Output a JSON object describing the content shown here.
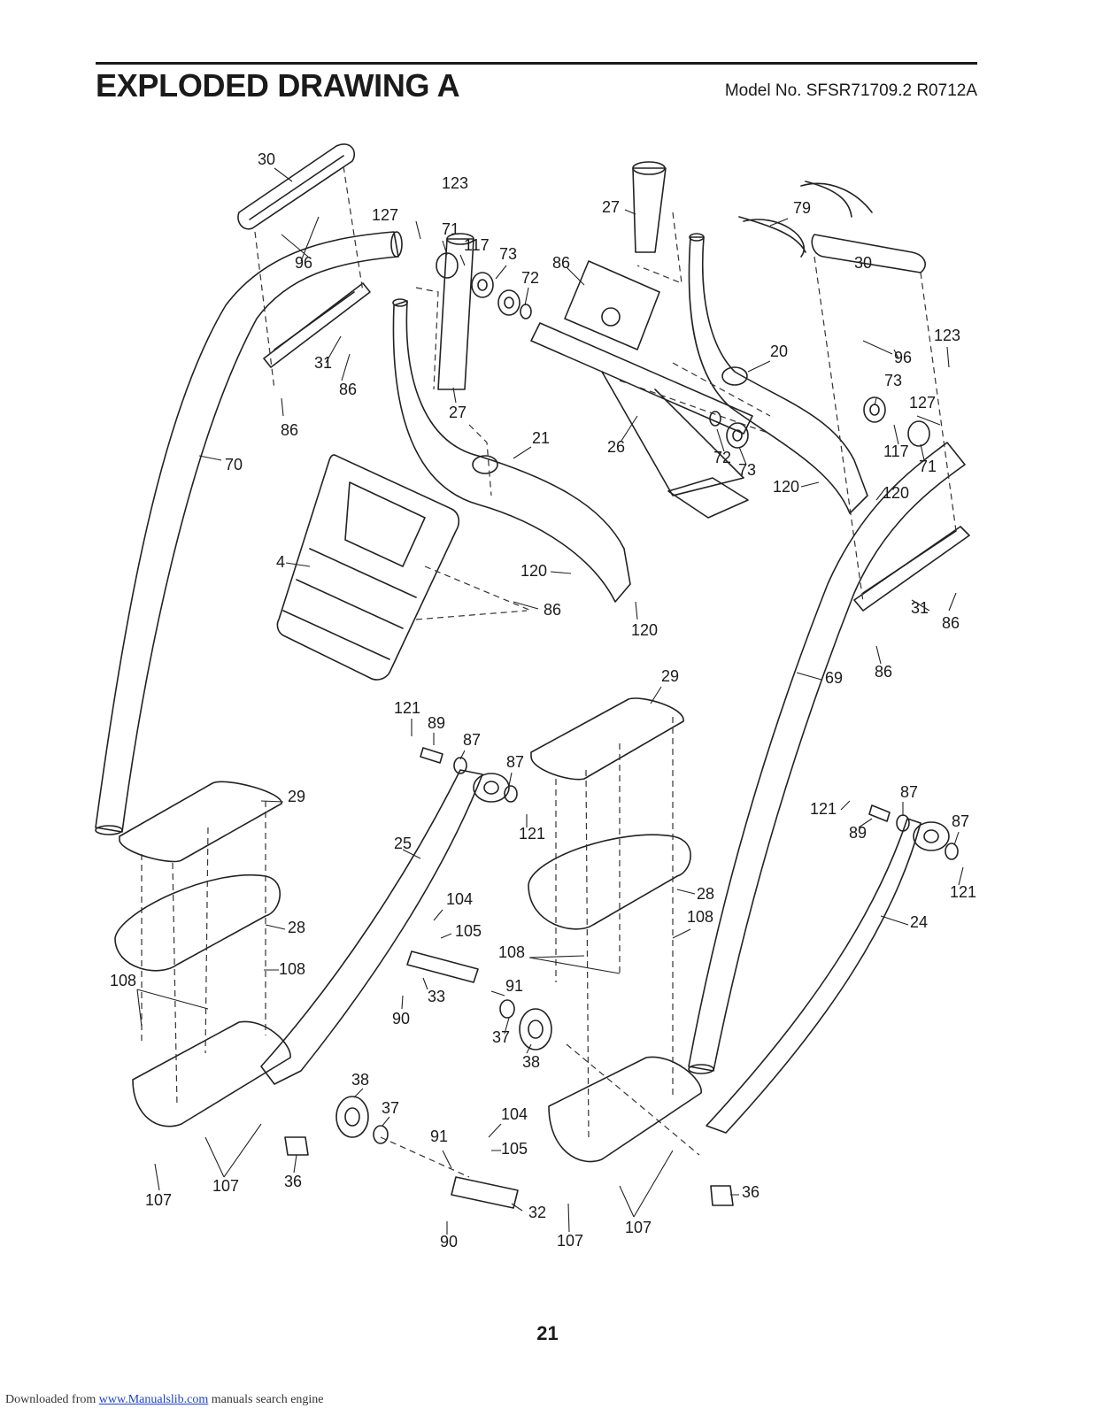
{
  "header": {
    "title": "EXPLODED DRAWING A",
    "model": "Model No. SFSR71709.2 R0712A"
  },
  "part_labels": {
    "p30a": "30",
    "p123a": "123",
    "p127a": "127",
    "p71a": "71",
    "p117a": "117",
    "p73a": "73",
    "p72a": "72",
    "p86a": "86",
    "p27a": "27",
    "p79": "79",
    "p30b": "30",
    "p96a": "96",
    "p31a": "31",
    "p86b": "86",
    "p86c": "86",
    "p27b": "27",
    "p123b": "123",
    "p96b": "96",
    "p20": "20",
    "p73b": "73",
    "p127b": "127",
    "p70": "70",
    "p21": "21",
    "p26": "26",
    "p72b": "72",
    "p73c": "73",
    "p117b": "117",
    "p71b": "71",
    "p120a": "120",
    "p120b": "120",
    "p4": "4",
    "p120c": "120",
    "p86d": "86",
    "p120d": "120",
    "p31b": "31",
    "p86e": "86",
    "p86f": "86",
    "p69": "69",
    "p29a": "29",
    "p121a": "121",
    "p89a": "89",
    "p87a": "87",
    "p87b": "87",
    "p87c": "87",
    "p29b": "29",
    "p121b": "121",
    "p121c": "121",
    "p89b": "89",
    "p87d": "87",
    "p25": "25",
    "p121d": "121",
    "p28a": "28",
    "p104a": "104",
    "p105a": "105",
    "p108a": "108",
    "p24": "24",
    "p28b": "28",
    "p108b": "108",
    "p108c": "108",
    "p108d": "108",
    "p91a": "91",
    "p33": "33",
    "p90a": "90",
    "p37a": "37",
    "p38a": "38",
    "p38b": "38",
    "p37b": "37",
    "p104b": "104",
    "p105b": "105",
    "p91b": "91",
    "p107a": "107",
    "p107b": "107",
    "p36a": "36",
    "p32": "32",
    "p36b": "36",
    "p90b": "90",
    "p107c": "107",
    "p107d": "107"
  },
  "page_number": "21",
  "footer": {
    "prefix": "Downloaded from",
    "link": "www.Manualslib.com",
    "suffix": " manuals search engine"
  }
}
